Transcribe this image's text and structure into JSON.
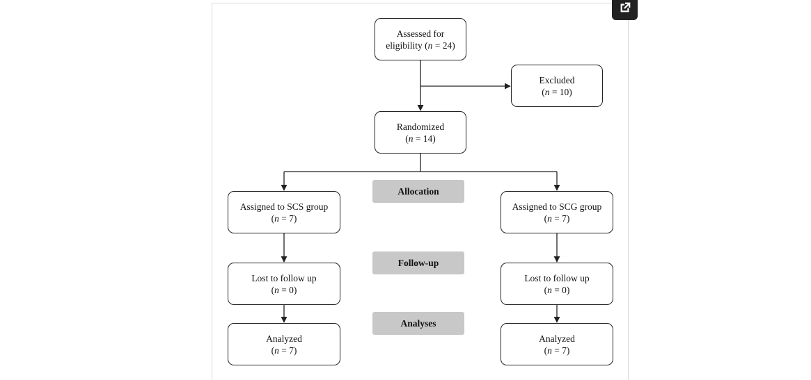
{
  "diagram": {
    "nodes": {
      "assessed": {
        "line1": "Assessed for",
        "line2_prefix": "eligibility (",
        "n_symbol": "n",
        "line2_suffix": " = 24)"
      },
      "excluded": {
        "line1": "Excluded",
        "line2_prefix": "(",
        "n_symbol": "n",
        "line2_suffix": " = 10)"
      },
      "randomized": {
        "line1": "Randomized",
        "line2_prefix": "(",
        "n_symbol": "n",
        "line2_suffix": " = 14)"
      },
      "assigned_scs": {
        "line1": "Assigned to SCS group",
        "line2_prefix": "(",
        "n_symbol": "n",
        "line2_suffix": " = 7)"
      },
      "assigned_scg": {
        "line1": "Assigned to SCG group",
        "line2_prefix": "(",
        "n_symbol": "n",
        "line2_suffix": " = 7)"
      },
      "lost_scs": {
        "line1": "Lost to follow up",
        "line2_prefix": "(",
        "n_symbol": "n",
        "line2_suffix": " = 0)"
      },
      "lost_scg": {
        "line1": "Lost to follow up",
        "line2_prefix": "(",
        "n_symbol": "n",
        "line2_suffix": " = 0)"
      },
      "analyzed_scs": {
        "line1": "Analyzed",
        "line2_prefix": "(",
        "n_symbol": "n",
        "line2_suffix": " = 7)"
      },
      "analyzed_scg": {
        "line1": "Analyzed",
        "line2_prefix": "(",
        "n_symbol": "n",
        "line2_suffix": " = 7)"
      }
    },
    "stages": {
      "allocation": "Allocation",
      "follow_up": "Follow-up",
      "analyses": "Analyses"
    },
    "colors": {
      "stage_fill": "#c8c8c8",
      "line": "#222222"
    }
  },
  "toolbar": {
    "expand_icon": "open-in-new-window-icon"
  }
}
